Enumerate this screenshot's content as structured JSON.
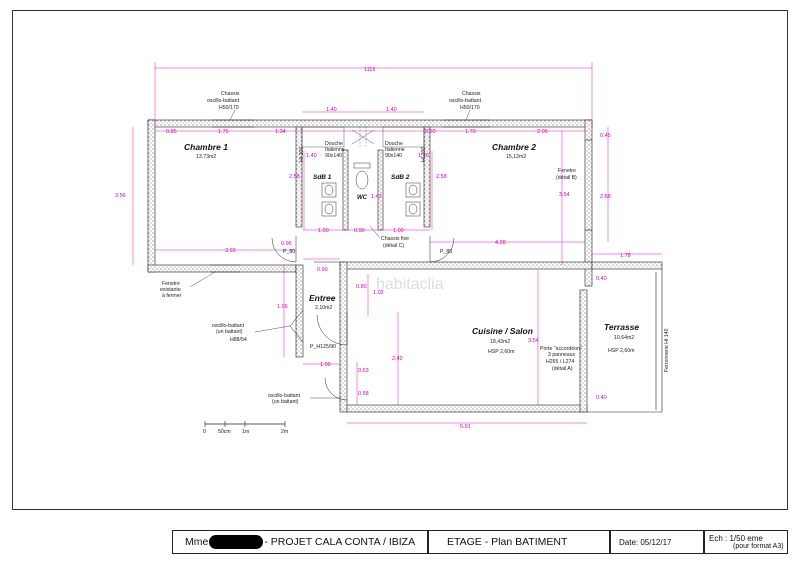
{
  "title_block": {
    "project_prefix": "Mme",
    "project_name": "- PROJET CALA CONTA / IBIZA",
    "floor_plan": "ETAGE  -   Plan BATIMENT",
    "date": "Date: 05/12/17",
    "scale": "Ech : 1/50 eme",
    "format": "(pour format A3)"
  },
  "rooms": {
    "chambre1": {
      "name": "Chambre 1",
      "area": "13,73m2"
    },
    "chambre2": {
      "name": "Chambre 2",
      "area": "15,12m2"
    },
    "sdb1": {
      "name": "SdB 1"
    },
    "sdb2": {
      "name": "SdB 2"
    },
    "wc": {
      "name": "WC"
    },
    "entree": {
      "name": "Entree",
      "area": "2,10m2"
    },
    "cuisine": {
      "name": "Cuisine / Salon",
      "area": "18,43m2",
      "hsp": "HSP 2,60m"
    },
    "terrasse": {
      "name": "Terrasse",
      "area": "10,64m2",
      "hsp": "HSP 2,60m"
    }
  },
  "annotations": {
    "chassis1_l1": "Chassis",
    "chassis1_l2": "oscillo-battant",
    "chassis1_l3": "H50/170",
    "chassis2_l1": "Chassis",
    "chassis2_l2": "oscillo-battant",
    "chassis2_l3": "H50/170",
    "douche1_l1": "Douche",
    "douche1_l2": "Italienne",
    "douche1_l3": "90x140",
    "douche2_l1": "Douche",
    "douche2_l2": "Italienne",
    "douche2_l3": "90x140",
    "fenetre_l1": "Fenetre",
    "fenetre_l2": "(détail B)",
    "chassis_fixe_l1": "Chassis fixe",
    "chassis_fixe_l2": "(détail C)",
    "fen_exist_l1": "Fenetre",
    "fen_exist_l2": "existante",
    "fen_exist_l3": "à fermer",
    "oscillo_l1": "oscillo-battant",
    "oscillo_l2": "(un battant)",
    "oscillo_l3": "H88/54",
    "oscillo2_l1": "oscillo-battant",
    "oscillo2_l2": "(un battant)",
    "porte_l1": "Porte \"accordéon\"",
    "porte_l2": "3 panneaux",
    "porte_l3": "H265 / L274",
    "porte_l4": "(détail A)",
    "ferronnerie": "Ferronnerie Ht 140",
    "p80_a": "P_80",
    "p80_b": "P_80",
    "p125": "P_H125/90",
    "hi200_a": "HI 200",
    "hi200_b": "HI 200",
    "watermark": "habitaclia"
  },
  "dimensions": {
    "d1116": "1116",
    "d140a": "1.40",
    "d140b": "1.40",
    "d085": "0.85",
    "d175": "1.75",
    "d134": "1.34",
    "d050": "0.50",
    "d170": "1.70",
    "d206": "2.06",
    "d045": "0.45",
    "d356": "3.56",
    "d393": "3.93",
    "d428": "4.28",
    "d268": "2.68",
    "d258a": "2.58",
    "d258b": "2.58",
    "d354": "3.54",
    "d178": "1.78",
    "d100a": "1.00",
    "d100b": "1.00",
    "d090a": "0.90",
    "d090b": "0.90",
    "d096": "0.96",
    "d080": "0.80",
    "d102": "1.02",
    "d040a": "0.40",
    "d040b": "0.40",
    "d143": "1.43",
    "d140c": "1.40",
    "d140d": "1.40",
    "d106": "1.06",
    "d109": "1.09",
    "d242": "2.42",
    "d063": "0.63",
    "d058": "0.58",
    "d354b": "3.54",
    "d591": "5.91"
  },
  "scale_bar": {
    "s0": "0",
    "s50": "50cm",
    "s1": "1m",
    "s2": "2m"
  },
  "colors": {
    "dimension": "#e000b8",
    "wall": "#222222"
  }
}
